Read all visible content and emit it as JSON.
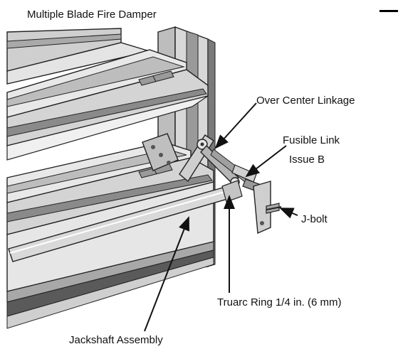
{
  "diagram": {
    "title": "Multiple Blade Fire Damper",
    "labels": {
      "over_center_linkage": "Over Center Linkage",
      "fusible_link": "Fusible Link",
      "issue": "Issue B",
      "j_bolt": "J-bolt",
      "truarc_ring": "Truarc Ring 1/4 in. (6 mm)",
      "jackshaft_assembly": "Jackshaft Assembly"
    },
    "colors": {
      "ink": "#111111",
      "light_metal": "#e4e4e4",
      "mid_metal": "#bdbdbd",
      "dark_metal": "#8a8a8a",
      "shadow": "#5a5a5a"
    }
  }
}
